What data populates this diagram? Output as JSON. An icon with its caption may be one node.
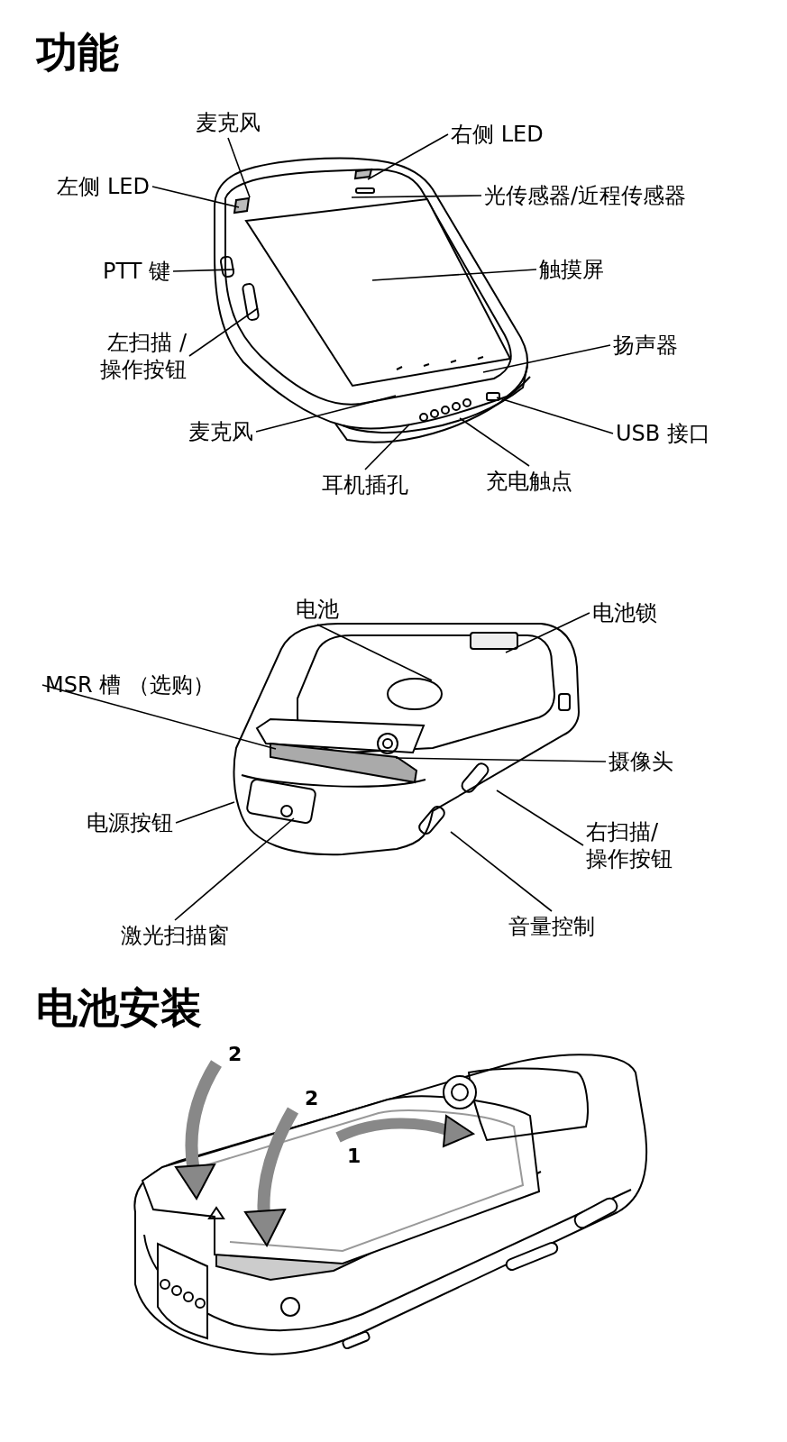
{
  "diagram": {
    "title": "功能",
    "nodes": [
      {
        "text": [
          "麦克风"
        ]
      },
      {
        "text": [
          "右侧 LED"
        ]
      },
      {
        "text": [
          "左侧 LED"
        ]
      },
      {
        "text": [
          "光传感器/近程传感器"
        ]
      },
      {
        "text": [
          "PTT 键"
        ]
      },
      {
        "text": [
          "左扫描 /操作按钮"
        ]
      },
      {
        "text": [
          "触摸屏"
        ]
      },
      {
        "text": [
          "扬声器"
        ]
      },
      {
        "text": [
          "麦克风"
        ]
      },
      {
        "text": [
          "USB 接口"
        ]
      },
      {
        "text": [
          "耳机插孔"
        ]
      },
      {
        "text": [
          "充电触点"
        ]
      },
      {
        "text": [
          "电池"
        ]
      },
      {
        "text": [
          "电池锁"
        ]
      },
      {
        "text": [
          "MSR 槽 （选购）"
        ]
      },
      {
        "text": [
          "摄像头"
        ]
      },
      {
        "text": [
          "电源按钮"
        ]
      },
      {
        "text": [
          "右扫描/操作按钮"
        ]
      },
      {
        "text": [
          "激光扫描窗"
        ]
      },
      {
        "text": [
          "音量控制"
        ]
      },
      {
        "text": [],
        "shape": "picture"
      },
      {
        "text": [],
        "shape": "picture"
      }
    ],
    "edges": [
      {
        "from": 0,
        "to": 20,
        "arrow": "none"
      },
      {
        "from": 1,
        "to": 20,
        "arrow": "none"
      },
      {
        "from": 2,
        "to": 20,
        "arrow": "none"
      },
      {
        "from": 3,
        "to": 20,
        "arrow": "none"
      },
      {
        "from": 4,
        "to": 20,
        "arrow": "none"
      },
      {
        "from": 5,
        "to": 20,
        "arrow": "none"
      },
      {
        "from": 6,
        "to": 20,
        "arrow": "none"
      },
      {
        "from": 7,
        "to": 20,
        "arrow": "none"
      },
      {
        "from": 8,
        "to": 20,
        "arrow": "none"
      },
      {
        "from": 9,
        "to": 20,
        "arrow": "none"
      },
      {
        "from": 10,
        "to": 20,
        "arrow": "none"
      },
      {
        "from": 11,
        "to": 20,
        "arrow": "none"
      },
      {
        "from": 12,
        "to": 21,
        "arrow": "none"
      },
      {
        "from": 13,
        "to": 21,
        "arrow": "none"
      },
      {
        "from": 14,
        "to": 21,
        "arrow": "none"
      },
      {
        "from": 15,
        "to": 21,
        "arrow": "none"
      },
      {
        "from": 16,
        "to": 21,
        "arrow": "none"
      },
      {
        "from": 17,
        "to": 21,
        "arrow": "none"
      },
      {
        "from": 18,
        "to": 21,
        "arrow": "none"
      },
      {
        "from": 19,
        "to": 21,
        "arrow": "none"
      }
    ],
    "labels": [
      "电池安装",
      "2",
      "2",
      "1"
    ]
  }
}
